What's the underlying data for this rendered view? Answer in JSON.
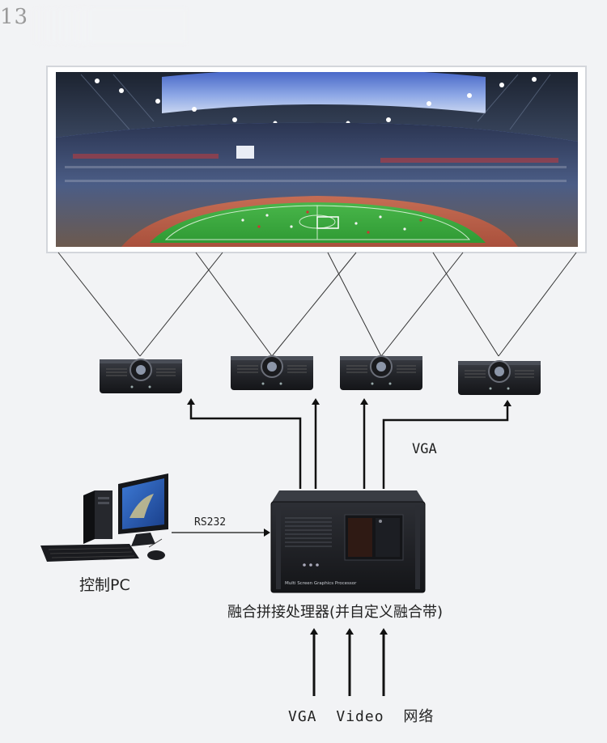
{
  "corner_mark": "13",
  "labels": {
    "vga_output": "VGA",
    "rs232": "RS232",
    "control_pc": "控制PC",
    "processor": "融合拼接处理器(并自定义融合带)",
    "input_vga": "VGA",
    "input_video": "Video",
    "input_network": "网络"
  },
  "device_text": {
    "processor_front": "Multi Screen Graphics Processor"
  },
  "colors": {
    "background": "#f2f3f5",
    "arrow": "#111111",
    "projection_line": "#333333",
    "projector_body": "#2a2c31",
    "processor_body": "#1f2024"
  },
  "icons": {
    "screen": "panoramic-stadium-screen",
    "projector": "projector-icon",
    "processor": "rack-processor-icon",
    "pc": "desktop-pc-icon"
  }
}
